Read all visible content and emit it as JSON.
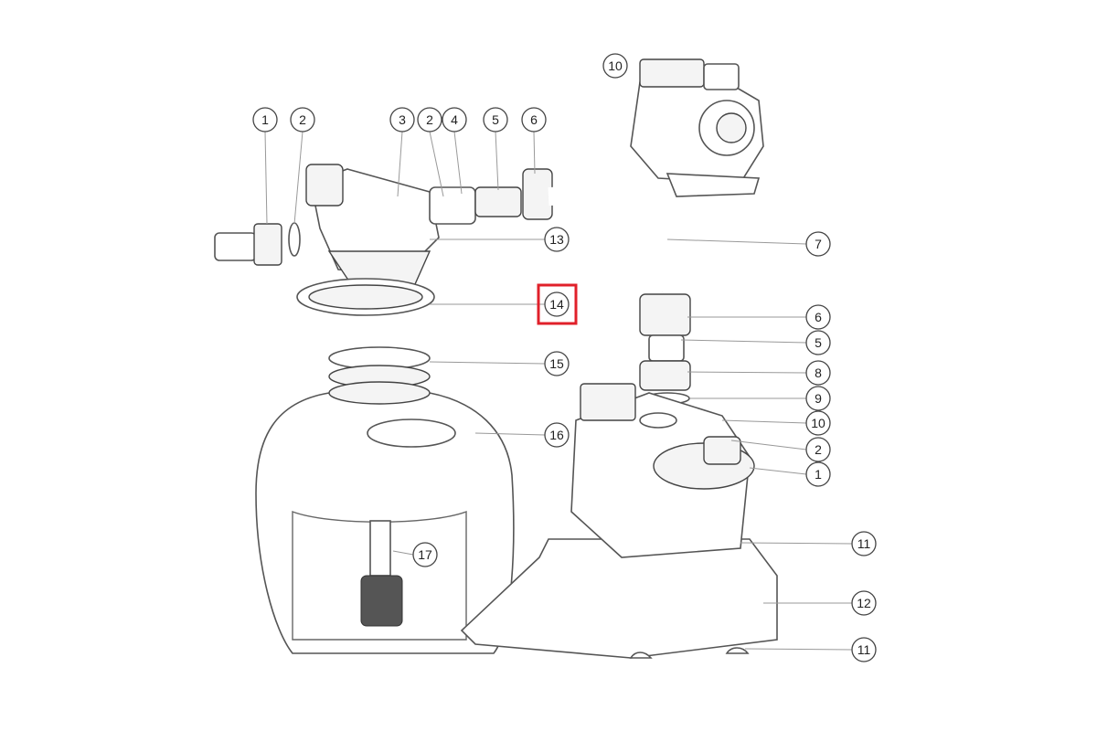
{
  "diagram": {
    "highlight_color": "#e0202a",
    "highlighted_callout": "14",
    "callouts": {
      "c1a": "1",
      "c2a": "2",
      "c3": "3",
      "c2b": "2",
      "c4": "4",
      "c5a": "5",
      "c6a": "6",
      "c10a": "10",
      "c13": "13",
      "c7": "7",
      "c14": "14",
      "c6b": "6",
      "c5b": "5",
      "c15": "15",
      "c8": "8",
      "c9": "9",
      "c16": "16",
      "c10b": "10",
      "c2c": "2",
      "c1b": "1",
      "c11a": "11",
      "c17": "17",
      "c12": "12",
      "c11b": "11"
    }
  }
}
